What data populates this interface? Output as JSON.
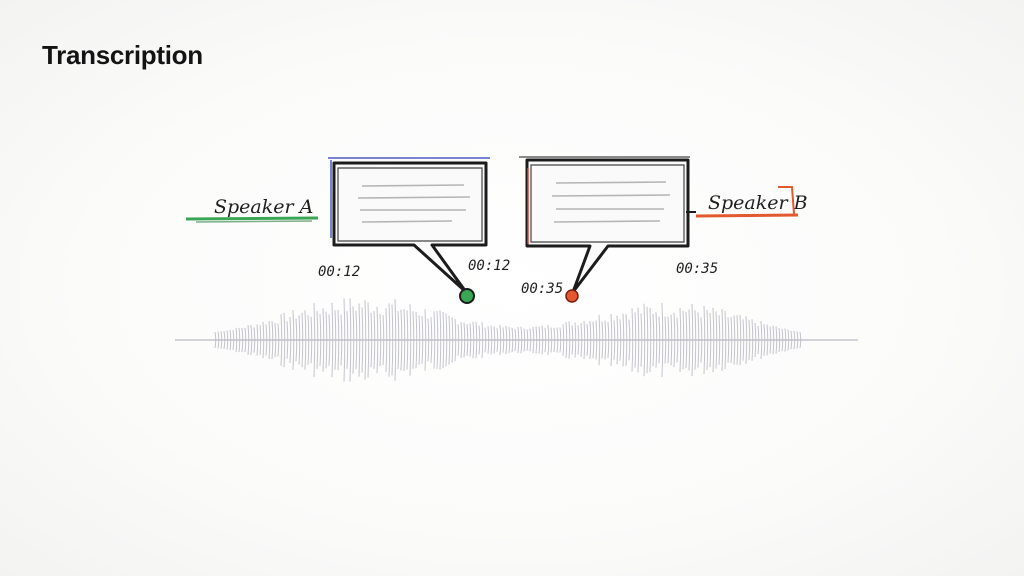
{
  "header": {
    "title": "Transcription"
  },
  "speakers": [
    {
      "label": "Speaker A",
      "accent": "#3aa655",
      "timestamp_left": "00:12",
      "timestamp_right": "00:12"
    },
    {
      "label": "Speaker B",
      "accent": "#e2582f",
      "timestamp_left": "00:35",
      "timestamp_right": "00:35"
    }
  ],
  "colors": {
    "ink": "#1f1f1f",
    "waveform": "#b9b9c2",
    "frame_a": "#4a5bc4",
    "frame_b": "#d8432c"
  },
  "icons": {
    "speaker_a_marker": "green-dot",
    "speaker_b_marker": "red-dot"
  }
}
